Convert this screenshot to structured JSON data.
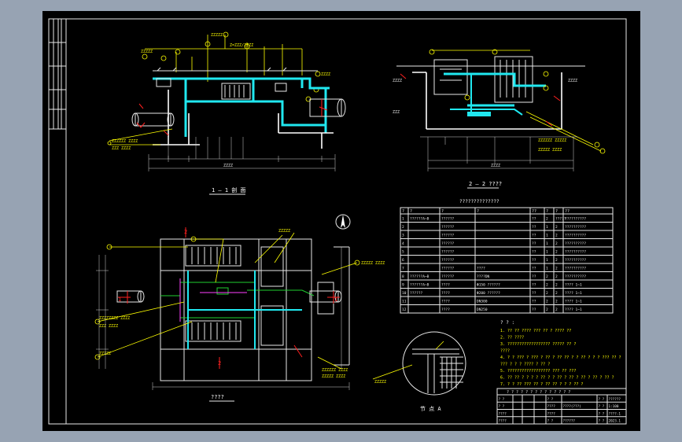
{
  "views": {
    "section1_title": "1 — 1 剖 面",
    "section2_title": "2 — 2 ????",
    "plan_title": "????",
    "detail_title": "节 点 A",
    "section_markers": [
      "1",
      "1",
      "2",
      "2"
    ]
  },
  "equipment_table": {
    "title": "??????????????",
    "header": [
      "?",
      "?",
      "?",
      "?",
      "??",
      "?",
      "?",
      "??"
    ],
    "rows": [
      [
        "1",
        "??????A~B",
        "??????",
        "",
        "??",
        "2",
        "?????",
        "??????????"
      ],
      [
        "2",
        "",
        "??????",
        "",
        "??",
        "1",
        "2",
        "??????????"
      ],
      [
        "3",
        "",
        "??????",
        "",
        "??",
        "1",
        "2",
        "??????????"
      ],
      [
        "4",
        "",
        "??????",
        "",
        "??",
        "1",
        "2",
        "??????????"
      ],
      [
        "5",
        "",
        "??????",
        "",
        "??",
        "1",
        "2",
        "??????????"
      ],
      [
        "6",
        "",
        "??????",
        "",
        "??",
        "1",
        "2",
        "??????????"
      ],
      [
        "7",
        "",
        "??????",
        "????",
        "??",
        "1",
        "2",
        "??????????"
      ],
      [
        "8",
        "??????A~B",
        "??????",
        "????DN",
        "??",
        "2",
        "2",
        "??????????"
      ],
      [
        "9",
        "??????A~B",
        "????",
        "Φ150 ??????",
        "??",
        "2",
        "2",
        "????  1~1"
      ],
      [
        "10",
        "??????",
        "????",
        "Φ200 ??????",
        "??",
        "2",
        "2",
        "????  1~1"
      ],
      [
        "11",
        "",
        "????",
        "DN300",
        "??",
        "2",
        "2",
        "????  1~1"
      ],
      [
        "12",
        "",
        "????",
        "DN250",
        "??",
        "2",
        "2",
        "????  1~1"
      ]
    ]
  },
  "notes": {
    "heading": "? ? :",
    "lines": [
      "1. ?? ?? ???? ??? ?? ? ???? ??",
      "2. ?? ????",
      "3. ??????????????????  ????? ?? ?",
      "????",
      "4. ? ? ??? ? ??? ? ?? ? ?? ?? ? ? ?? ? ? ? ??? ?? ?",
      "??? ? ? ? ???? ? ?? ?",
      "5. ??????????????????  ??? ?? ???",
      "6. ?? ?? ? ? ? ? ?? ? ? ?? ? ?? ? ?? ? ?? ? ?? ?",
      "7. ? ? ?? ??? ?? ? ?? ?? ? ? ? ?? ?"
    ]
  },
  "title_block": {
    "header": "? ? ? ? ? ? ? ? ? ? ? ? ? ?",
    "rows": [
      [
        "? ?",
        "",
        "",
        "",
        "? ?",
        "",
        "? ?",
        "??????"
      ],
      [
        "? ?",
        "",
        "",
        "",
        "????",
        "????(???)",
        "? ?",
        "1:100"
      ],
      [
        "????",
        "",
        "",
        "",
        "????",
        "",
        "? ?",
        "????-1"
      ],
      [
        "????",
        "",
        "",
        "",
        "? ?",
        "??????",
        "? ?",
        "2023.1"
      ]
    ]
  }
}
